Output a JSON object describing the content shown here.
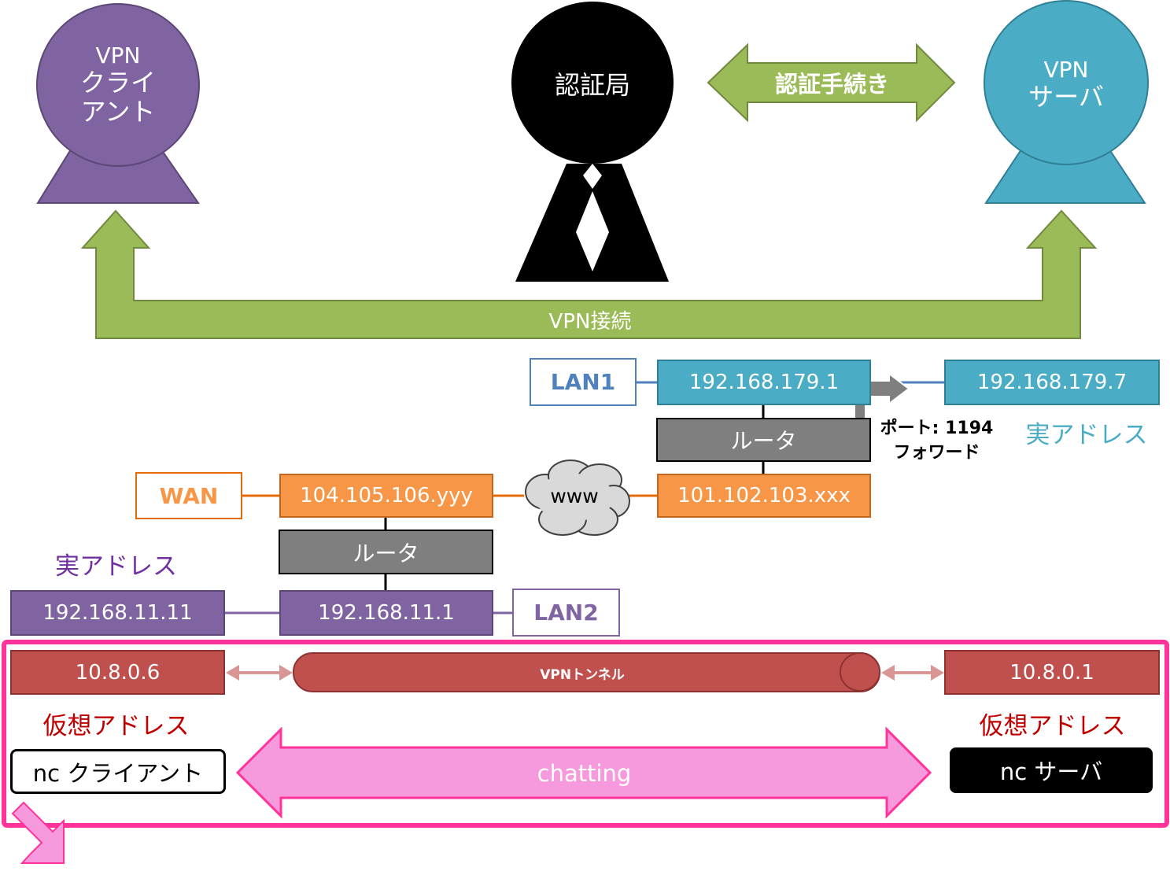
{
  "vpn_client": {
    "line1": "VPN",
    "line2": "クライ",
    "line3": "アント"
  },
  "cert_authority": {
    "label": "認証局"
  },
  "auth_procedure": {
    "label": "認証手続き"
  },
  "vpn_server": {
    "line1": "VPN",
    "line2": "サーバ"
  },
  "vpn_connection": {
    "label": "VPN接続"
  },
  "lan1": {
    "label": "LAN1",
    "router_ip": "192.168.179.1",
    "server_ip": "192.168.179.7",
    "port_forward_line1": "ポート: 1194",
    "port_forward_line2": "フォワード",
    "real_address": "実アドレス"
  },
  "routers": {
    "label": "ルータ"
  },
  "wan": {
    "label": "WAN",
    "client_side_ip": "104.105.106.yyy",
    "cloud_label": "www",
    "server_side_ip": "101.102.103.xxx"
  },
  "lan2": {
    "label": "LAN2",
    "real_address": "実アドレス",
    "client_ip": "192.168.11.11",
    "router_ip": "192.168.11.1"
  },
  "tunnel": {
    "client_virtual_ip": "10.8.0.6",
    "label": "VPNトンネル",
    "server_virtual_ip": "10.8.0.1",
    "client_virtual_label": "仮想アドレス",
    "server_virtual_label": "仮想アドレス"
  },
  "nc": {
    "client_label": "nc クライアント",
    "chatting_label": "chatting",
    "server_label": "nc サーバ"
  },
  "colors": {
    "green_arrow": "#9bbb59",
    "purple": "#8064a2",
    "blue": "#4bacc6",
    "orange": "#f79646",
    "red": "#c0504d",
    "pink_frame": "#ff3399",
    "pink_arrow": "#f799dd"
  }
}
